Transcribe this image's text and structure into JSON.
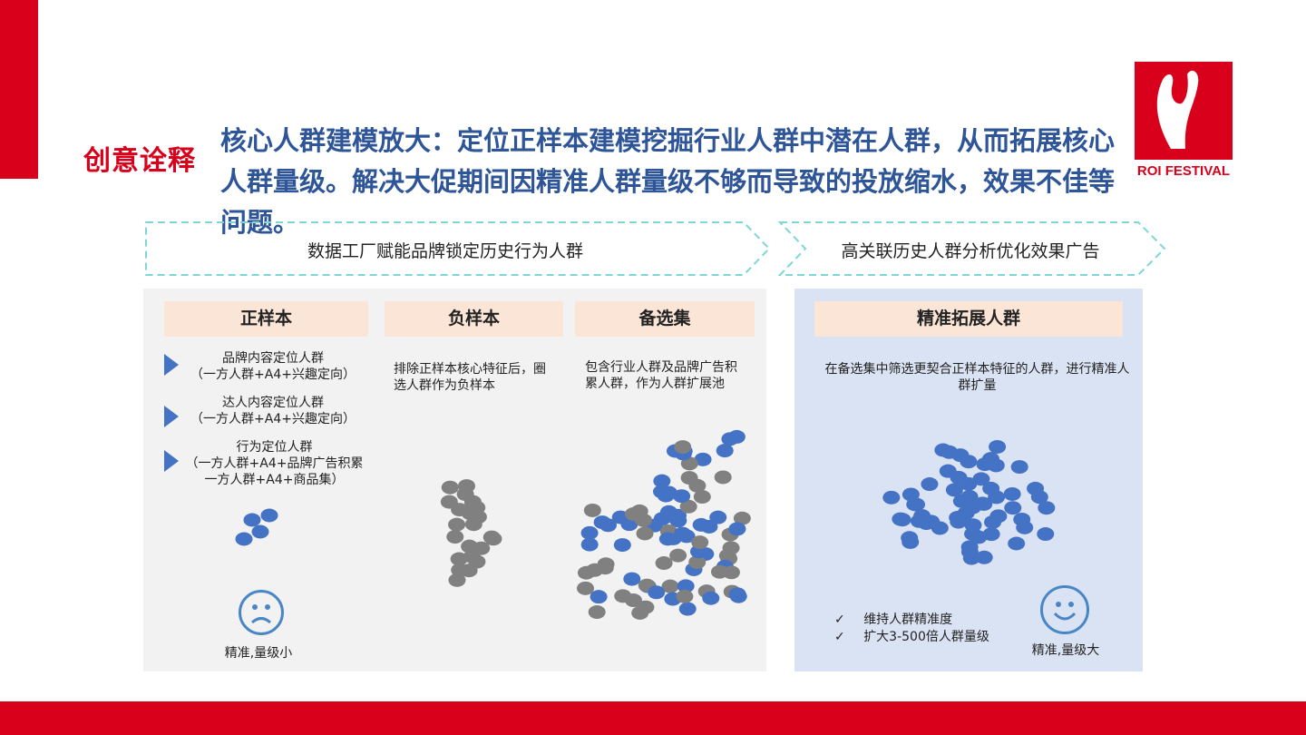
{
  "slide": {
    "section_label": "创意诠释",
    "title": "核心人群建模放大：定位正样本建模挖掘行业人群中潜在人群，从而拓展核心人群量级。解决大促期间因精准人群量级不够而导致的投放缩水，效果不佳等问题。",
    "logo_text": "ROI FESTIVAL"
  },
  "flow": [
    {
      "label": "数据工厂赋能品牌锁定历史行为人群"
    },
    {
      "label": "高关联历史人群分析优化效果广告"
    }
  ],
  "columns": {
    "positive": {
      "header": "正样本",
      "items": [
        {
          "line1": "品牌内容定位人群",
          "line2": "（一方人群+A4+兴趣定向）"
        },
        {
          "line1": "达人内容定位人群",
          "line2": "（一方人群+A4+兴趣定向）"
        },
        {
          "line1": "行为定位人群",
          "line2": "（一方人群+A4+品牌广告积累",
          "line3": "一方人群+A4+商品集）"
        }
      ],
      "caption": "精准,量级小"
    },
    "negative": {
      "header": "负样本",
      "desc": "排除正样本核心特征后，圈选人群作为负样本"
    },
    "candidate": {
      "header": "备选集",
      "desc": "包含行业人群及品牌广告积累人群，作为人群扩展池"
    },
    "expand": {
      "header": "精准拓展人群",
      "desc": "在备选集中筛选更契合正样本特征的人群，进行精准人群扩量",
      "checks": [
        "维持人群精准度",
        "扩大3-500倍人群量级"
      ],
      "check_icon": "✓",
      "caption": "精准,量级大"
    }
  },
  "colors": {
    "red": "#d9001b",
    "blue": "#4472c4",
    "gray": "#808080",
    "title": "#2e5597"
  }
}
